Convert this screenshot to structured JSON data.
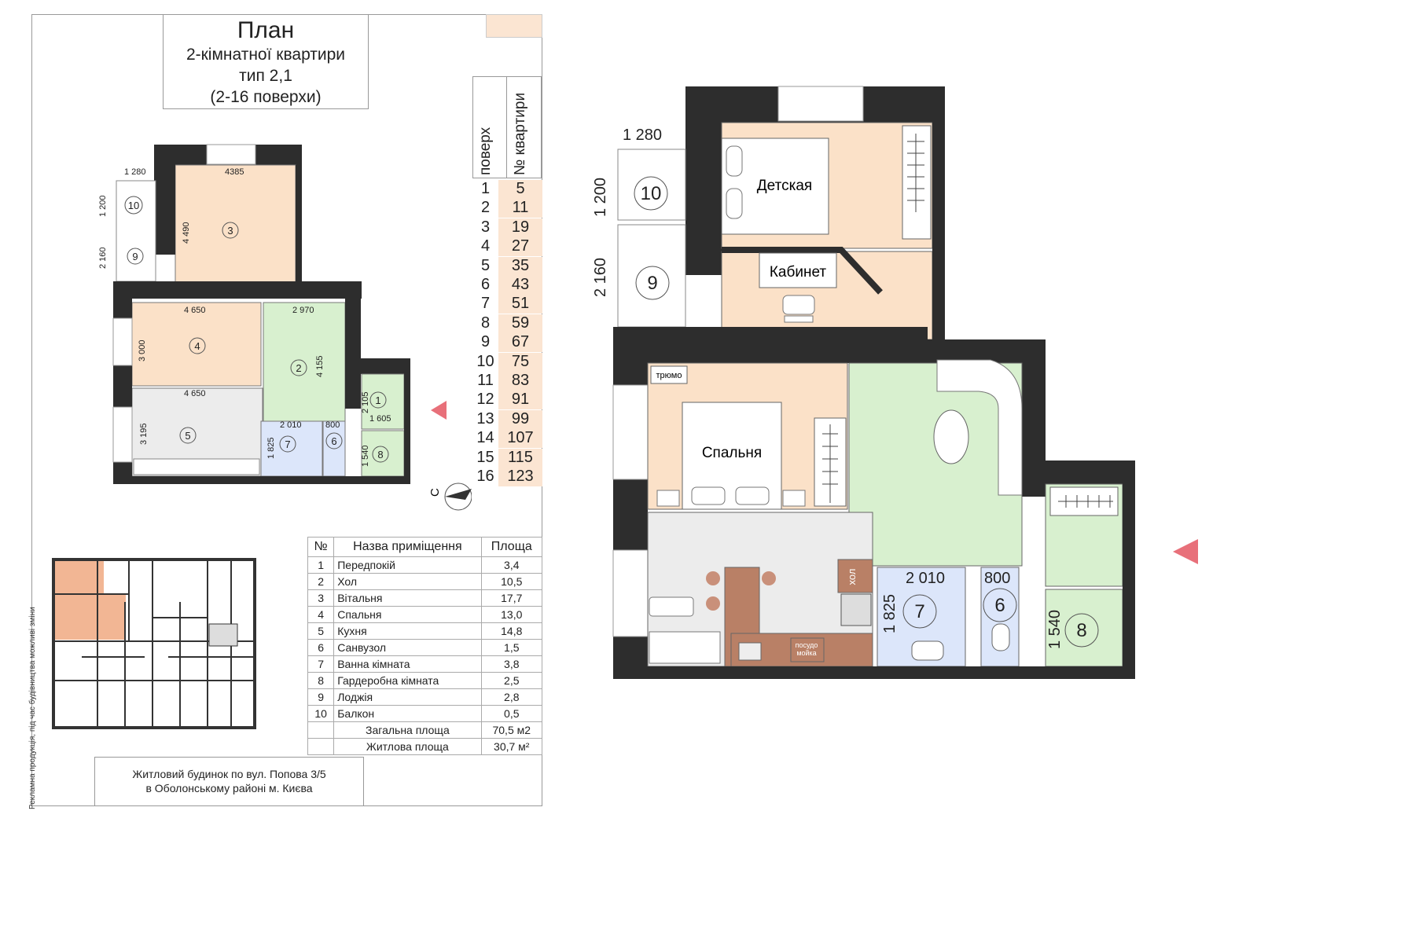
{
  "title": {
    "line1": "План",
    "line2": "2-кімнатної квартири",
    "line3": "тип 2,1",
    "line4": "(2-16 поверхи)"
  },
  "floor_table": {
    "header_floor": "поверх",
    "header_apt": "№ квартири",
    "rows": [
      {
        "floor": "1",
        "apt": "5"
      },
      {
        "floor": "2",
        "apt": "11"
      },
      {
        "floor": "3",
        "apt": "19"
      },
      {
        "floor": "4",
        "apt": "27"
      },
      {
        "floor": "5",
        "apt": "35"
      },
      {
        "floor": "6",
        "apt": "43"
      },
      {
        "floor": "7",
        "apt": "51"
      },
      {
        "floor": "8",
        "apt": "59"
      },
      {
        "floor": "9",
        "apt": "67"
      },
      {
        "floor": "10",
        "apt": "75"
      },
      {
        "floor": "11",
        "apt": "83"
      },
      {
        "floor": "12",
        "apt": "91"
      },
      {
        "floor": "13",
        "apt": "99"
      },
      {
        "floor": "14",
        "apt": "107"
      },
      {
        "floor": "15",
        "apt": "115"
      },
      {
        "floor": "16",
        "apt": "123"
      }
    ]
  },
  "rooms_table": {
    "h_num": "№",
    "h_name": "Назва приміщення",
    "h_area": "Площа",
    "rows": [
      {
        "num": "1",
        "name": "Передпокій",
        "area": "3,4"
      },
      {
        "num": "2",
        "name": "Хол",
        "area": "10,5"
      },
      {
        "num": "3",
        "name": "Вітальня",
        "area": "17,7"
      },
      {
        "num": "4",
        "name": "Спальня",
        "area": "13,0"
      },
      {
        "num": "5",
        "name": "Кухня",
        "area": "14,8"
      },
      {
        "num": "6",
        "name": "Санвузол",
        "area": "1,5"
      },
      {
        "num": "7",
        "name": "Ванна кімната",
        "area": "3,8"
      },
      {
        "num": "8",
        "name": "Гардеробна кімната",
        "area": "2,5"
      },
      {
        "num": "9",
        "name": "Лоджія",
        "area": "2,8"
      },
      {
        "num": "10",
        "name": "Балкон",
        "area": "0,5"
      }
    ],
    "total_label": "Загальна площа",
    "total_value": "70,5 м2",
    "living_label": "Житлова площа",
    "living_value": "30,7 м²"
  },
  "footer": {
    "line1": "Житловий будинок по вул. Попова 3/5",
    "line2": "в Оболонському районі м. Києва"
  },
  "side_note": "Рекламна продукція, під час будівництва можливі зміни",
  "compass_label": "С",
  "small_plan": {
    "dims": [
      "1 280",
      "4385",
      "1 200",
      "4 490",
      "2 160",
      "4 650",
      "2 970",
      "3 000",
      "4 155",
      "4 650",
      "2 105",
      "1 605",
      "3 195",
      "2 010",
      "800",
      "1 825",
      "1 540"
    ],
    "room_numbers": [
      "1",
      "2",
      "3",
      "4",
      "5",
      "6",
      "7",
      "8",
      "9",
      "10"
    ]
  },
  "big_plan": {
    "dims": [
      "1 280",
      "1 200",
      "2 160",
      "2 010",
      "800",
      "1 825",
      "1 540"
    ],
    "labels": {
      "kids": "Детская",
      "office": "Кабинет",
      "bedroom": "Спальня",
      "dresser": "трюмо",
      "fridge": "хол",
      "dishwasher_1": "посудо",
      "dishwasher_2": "мойка"
    },
    "room_numbers": [
      "10",
      "9",
      "7",
      "6",
      "8"
    ]
  },
  "colors": {
    "living": "#fbe1c8",
    "wet": "#dce6fa",
    "hall": "#d8f0cf",
    "kitchen": "#ececec",
    "wall": "#2d2d2d",
    "entry_marker": "#e8707a"
  }
}
